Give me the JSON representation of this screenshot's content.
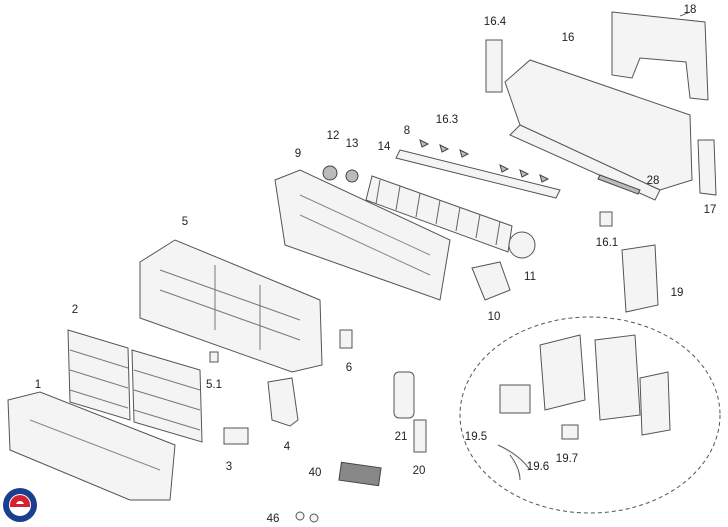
{
  "diagram": {
    "title": "Indoor unit exploded view",
    "logo": "brand-logo",
    "parts": [
      {
        "id": "p1",
        "label": "1"
      },
      {
        "id": "p2",
        "label": "2"
      },
      {
        "id": "p3",
        "label": "3"
      },
      {
        "id": "p4",
        "label": "4"
      },
      {
        "id": "p5",
        "label": "5"
      },
      {
        "id": "p5_1",
        "label": "5.1"
      },
      {
        "id": "p6",
        "label": "6"
      },
      {
        "id": "p8",
        "label": "8"
      },
      {
        "id": "p9",
        "label": "9"
      },
      {
        "id": "p10",
        "label": "10"
      },
      {
        "id": "p11",
        "label": "11"
      },
      {
        "id": "p12",
        "label": "12"
      },
      {
        "id": "p13",
        "label": "13"
      },
      {
        "id": "p14",
        "label": "14"
      },
      {
        "id": "p16",
        "label": "16"
      },
      {
        "id": "p16_1",
        "label": "16.1"
      },
      {
        "id": "p16_3",
        "label": "16.3"
      },
      {
        "id": "p16_4",
        "label": "16.4"
      },
      {
        "id": "p17",
        "label": "17"
      },
      {
        "id": "p18",
        "label": "18"
      },
      {
        "id": "p19",
        "label": "19"
      },
      {
        "id": "p19_5",
        "label": "19.5"
      },
      {
        "id": "p19_6",
        "label": "19.6"
      },
      {
        "id": "p19_7",
        "label": "19.7"
      },
      {
        "id": "p20",
        "label": "20"
      },
      {
        "id": "p21",
        "label": "21"
      },
      {
        "id": "p28",
        "label": "28"
      },
      {
        "id": "p40",
        "label": "40"
      },
      {
        "id": "p46",
        "label": "46"
      }
    ]
  }
}
